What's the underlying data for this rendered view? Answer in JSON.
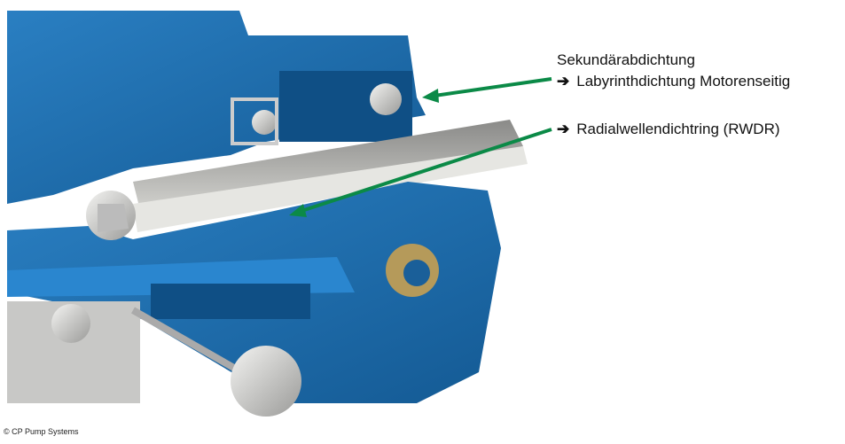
{
  "labels": {
    "heading": "Sekundärabdichtung",
    "item1": "Labyrinthdichtung Motorenseitig",
    "item2": "Radialwellendichtring (RWDR)",
    "arrow_symbol": "➔"
  },
  "copyright": "© CP Pump Systems",
  "colors": {
    "housing_blue": "#1f6fb0",
    "pointer_green": "#0b8a47"
  }
}
